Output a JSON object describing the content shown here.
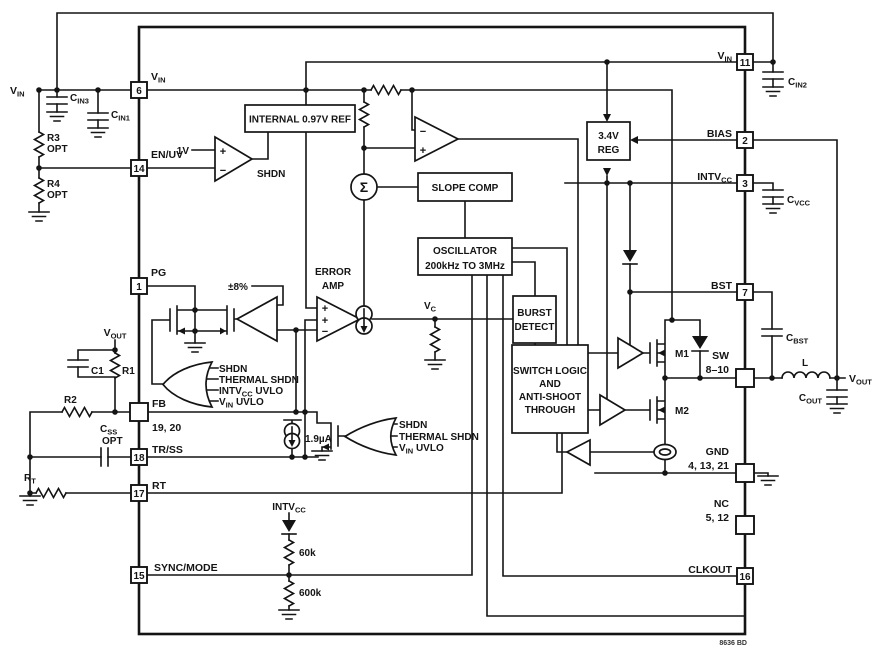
{
  "pins": {
    "left": [
      {
        "n": "6",
        "label": "V",
        "sub": "IN"
      },
      {
        "n": "14",
        "label": "EN/UV"
      },
      {
        "n": "1",
        "label": "PG"
      },
      {
        "label": "FB",
        "below": "19, 20"
      },
      {
        "n": "18",
        "label": "TR/SS"
      },
      {
        "n": "17",
        "label": "RT"
      },
      {
        "n": "15",
        "label": "SYNC/MODE"
      }
    ],
    "right": [
      {
        "n": "11",
        "label": "V",
        "sub": "IN"
      },
      {
        "n": "2",
        "label": "BIAS"
      },
      {
        "n": "3",
        "label": "INTV",
        "sub": "CC"
      },
      {
        "n": "7",
        "label": "BST"
      },
      {
        "label": "SW",
        "below": "8–10"
      },
      {
        "label": "GND",
        "below": "4, 13, 21"
      },
      {
        "label": "NC",
        "below": "5, 12"
      },
      {
        "n": "16",
        "label": "CLKOUT"
      }
    ]
  },
  "ext": {
    "vin": {
      "label": "V",
      "sub": "IN"
    },
    "cin3": {
      "label": "C",
      "sub": "IN3"
    },
    "cin1": {
      "label": "C",
      "sub": "IN1"
    },
    "r3": "R3",
    "r3b": "OPT",
    "r4": "R4",
    "r4b": "OPT",
    "vout_l": {
      "label": "V",
      "sub": "OUT"
    },
    "c1": "C1",
    "r1": "R1",
    "r2": "R2",
    "css": {
      "label": "C",
      "sub": "SS"
    },
    "cssb": "OPT",
    "rt": {
      "label": "R",
      "sub": "T"
    },
    "cin2": {
      "label": "C",
      "sub": "IN2"
    },
    "cvcc": {
      "label": "C",
      "sub": "VCC"
    },
    "cbst": {
      "label": "C",
      "sub": "BST"
    },
    "ind": "L",
    "vout_r": {
      "label": "V",
      "sub": "OUT"
    },
    "cout": {
      "label": "C",
      "sub": "OUT"
    }
  },
  "internal": {
    "ref": "INTERNAL 0.97V REF",
    "one_v": "1V",
    "shdn": "SHDN",
    "pct": "±8%",
    "err1": "ERROR",
    "err2": "AMP",
    "vc": {
      "label": "V",
      "sub": "C"
    },
    "slope": "SLOPE COMP",
    "osc1": "OSCILLATOR",
    "osc2": "200kHz TO 3MHz",
    "burst1": "BURST",
    "burst2": "DETECT",
    "swl1": "SWITCH LOGIC",
    "swl2": "AND",
    "swl3": "ANTI-SHOOT",
    "swl4": "THROUGH",
    "reg1": "3.4V",
    "reg2": "REG",
    "sigma": "Σ",
    "iss": "1.9µA",
    "m1": "M1",
    "m2": "M2",
    "r60": "60k",
    "r600": "600k",
    "intvcc": {
      "label": "INTV",
      "sub": "CC"
    },
    "code": "8636 BD"
  },
  "or1": {
    "i0": "SHDN",
    "i1": "THERMAL SHDN",
    "i2": {
      "label": "INTV",
      "sub": "CC",
      "tail": " UVLO"
    },
    "i3": {
      "label": "V",
      "sub": "IN",
      "tail": " UVLO"
    }
  },
  "or2": {
    "i0": "SHDN",
    "i1": "THERMAL SHDN",
    "i2": {
      "label": "V",
      "sub": "IN",
      "tail": " UVLO"
    }
  }
}
